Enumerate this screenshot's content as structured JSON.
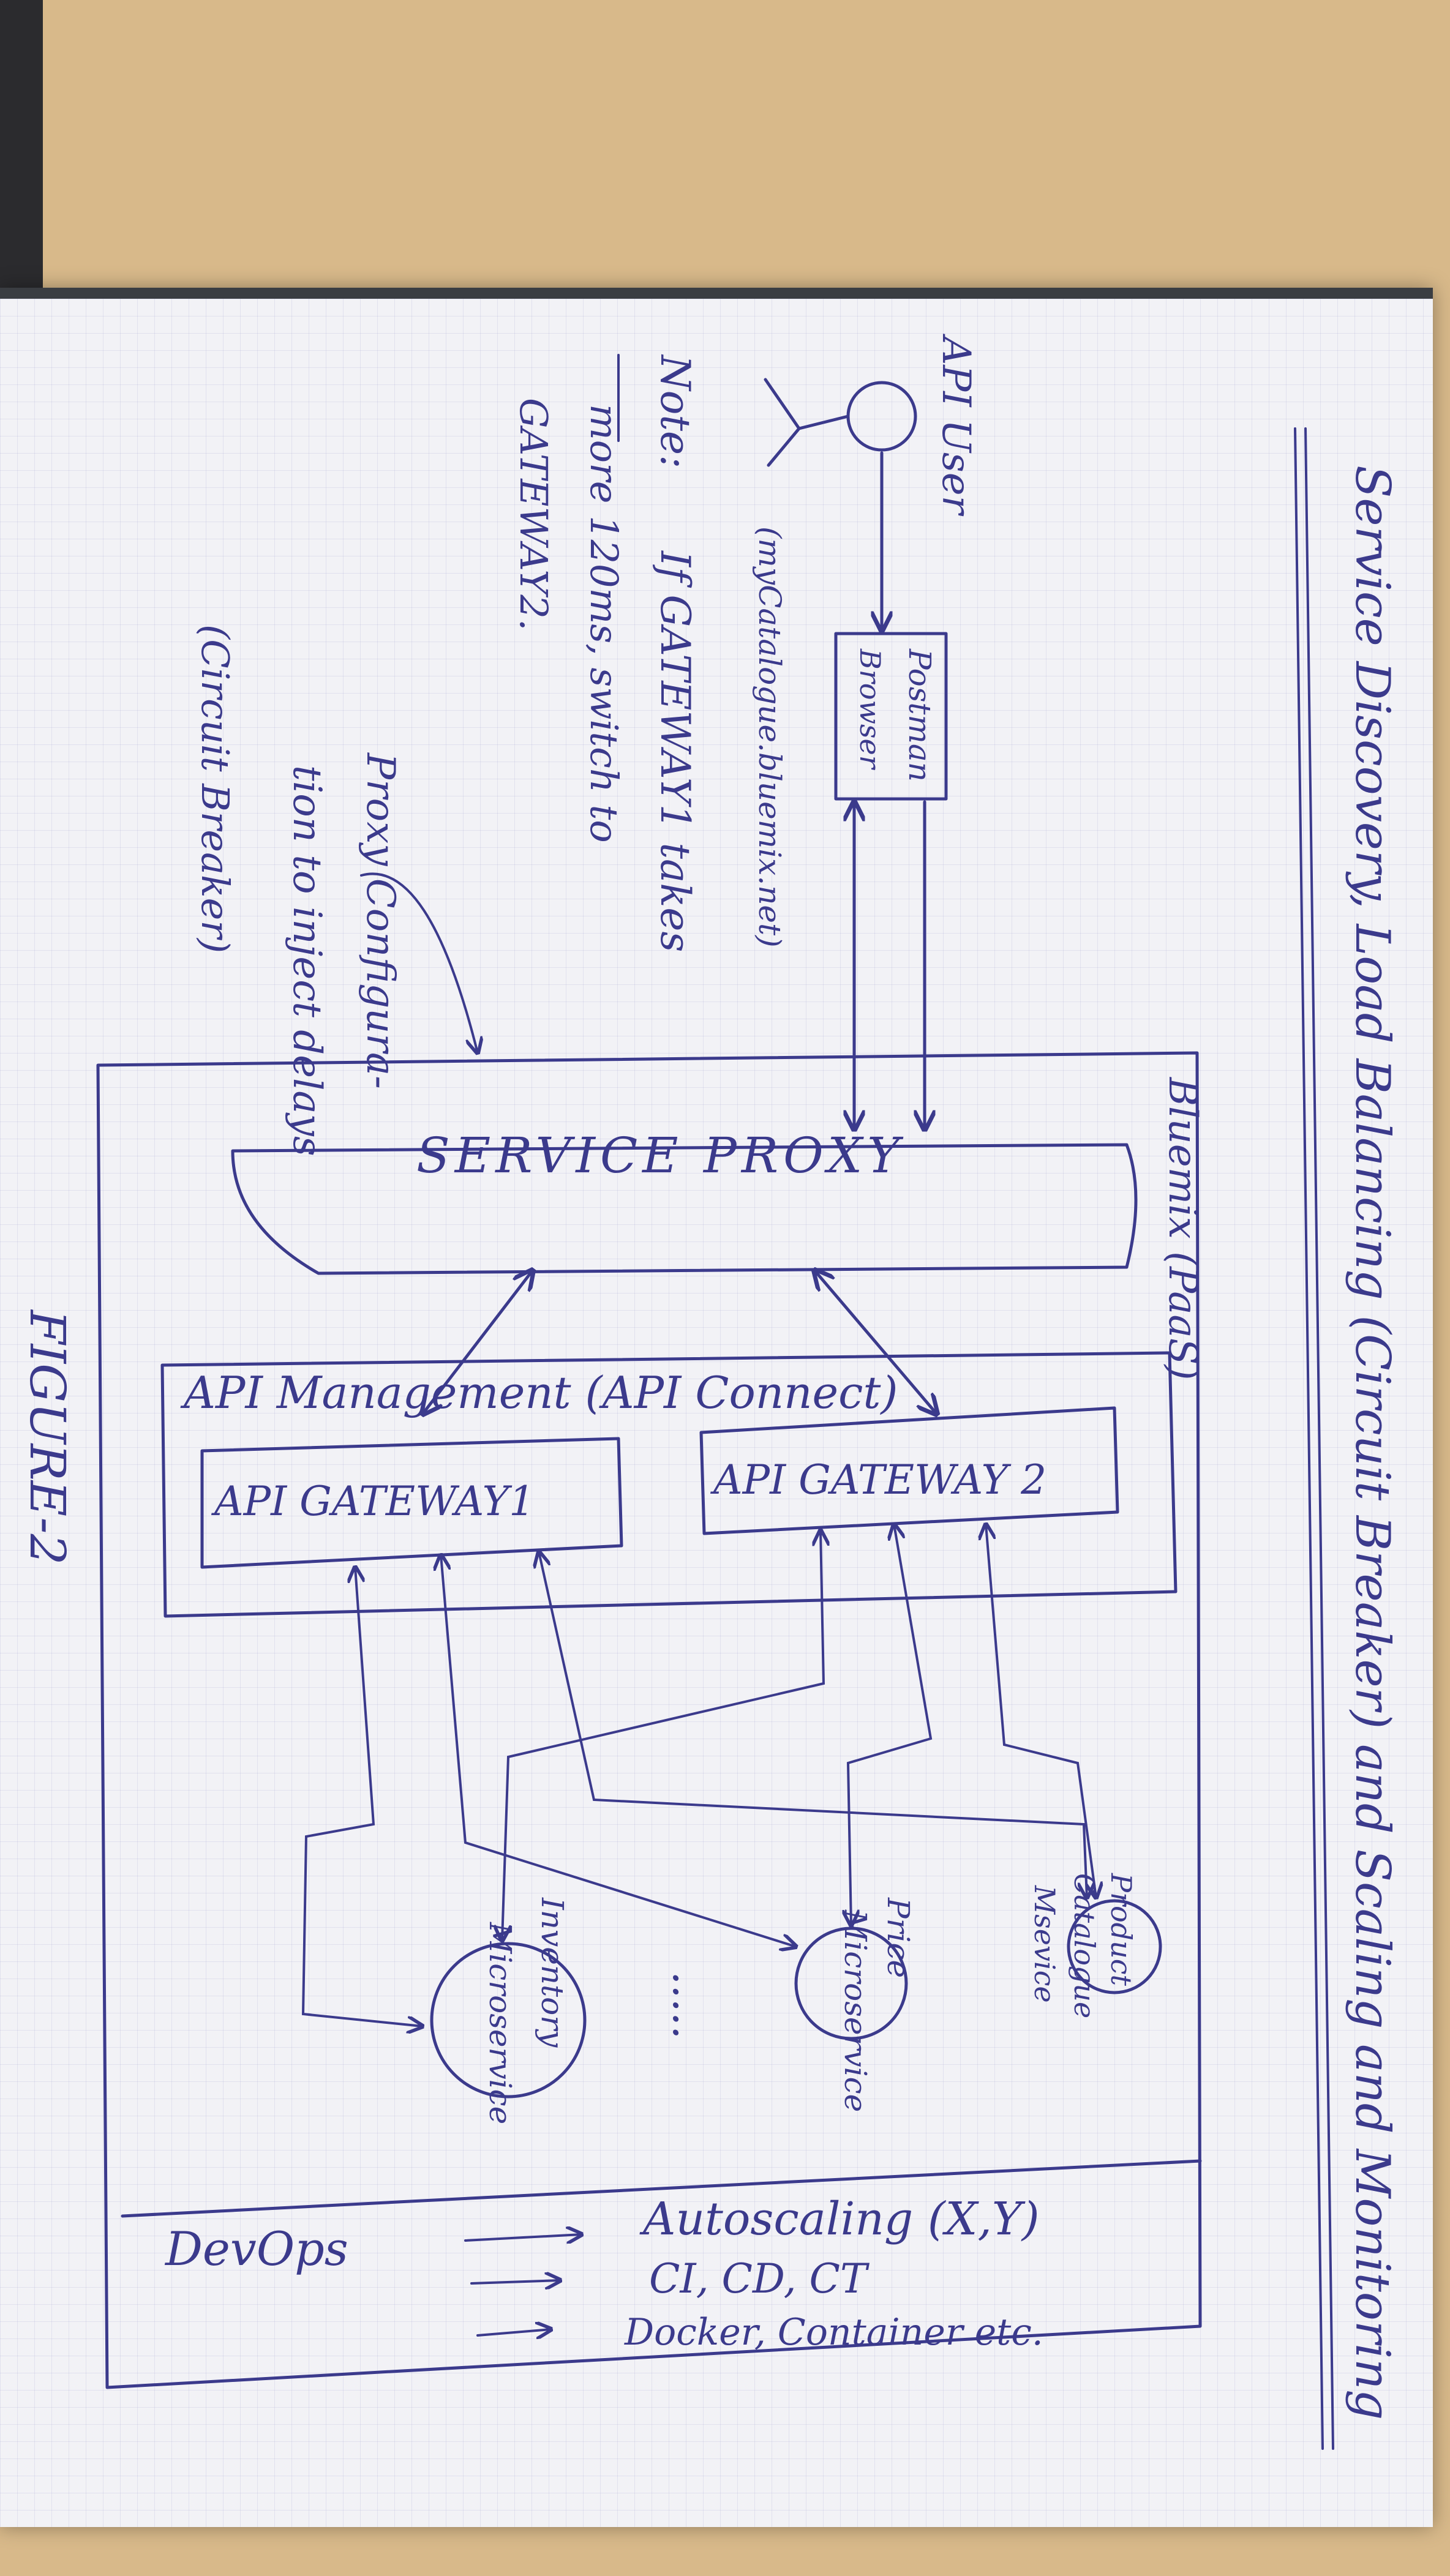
{
  "title": "Service Discovery, Load Balancing (Circuit Breaker) and Scaling and Monitoring",
  "actor": {
    "label": "API User"
  },
  "client": {
    "line1": "Postman",
    "line2": "Browser"
  },
  "endpoint": "(myCatalogue.bluemix.net)",
  "note": {
    "label": "Note:",
    "line1": "If GATEWAY1 takes",
    "line2": "more 120ms, switch to",
    "line3": "GATEWAY2."
  },
  "proxy_note": {
    "line1": "Proxy Configura-",
    "line2": "tion to inject delays",
    "line3": "(Circuit Breaker)"
  },
  "platform": {
    "label": "Bluemix (PaaS)"
  },
  "service_proxy": {
    "label": "SERVICE PROXY"
  },
  "api_management": {
    "label": "API Management (API Connect)",
    "gateway1": "API GATEWAY1",
    "gateway2": "API GATEWAY 2"
  },
  "microservices": [
    {
      "line1": "Product",
      "line2": "Catalogue",
      "line3": "Msevice"
    },
    {
      "line1": "Price",
      "line2": "Microservice"
    },
    {
      "line1": "Inventory",
      "line2": "Microservice"
    }
  ],
  "ellipsis": ".....",
  "devops": {
    "label": "DevOps",
    "items": [
      "Autoscaling (X,Y)",
      "CI, CD, CT",
      "Docker, Container etc."
    ]
  },
  "figure_label": "FIGURE-2"
}
